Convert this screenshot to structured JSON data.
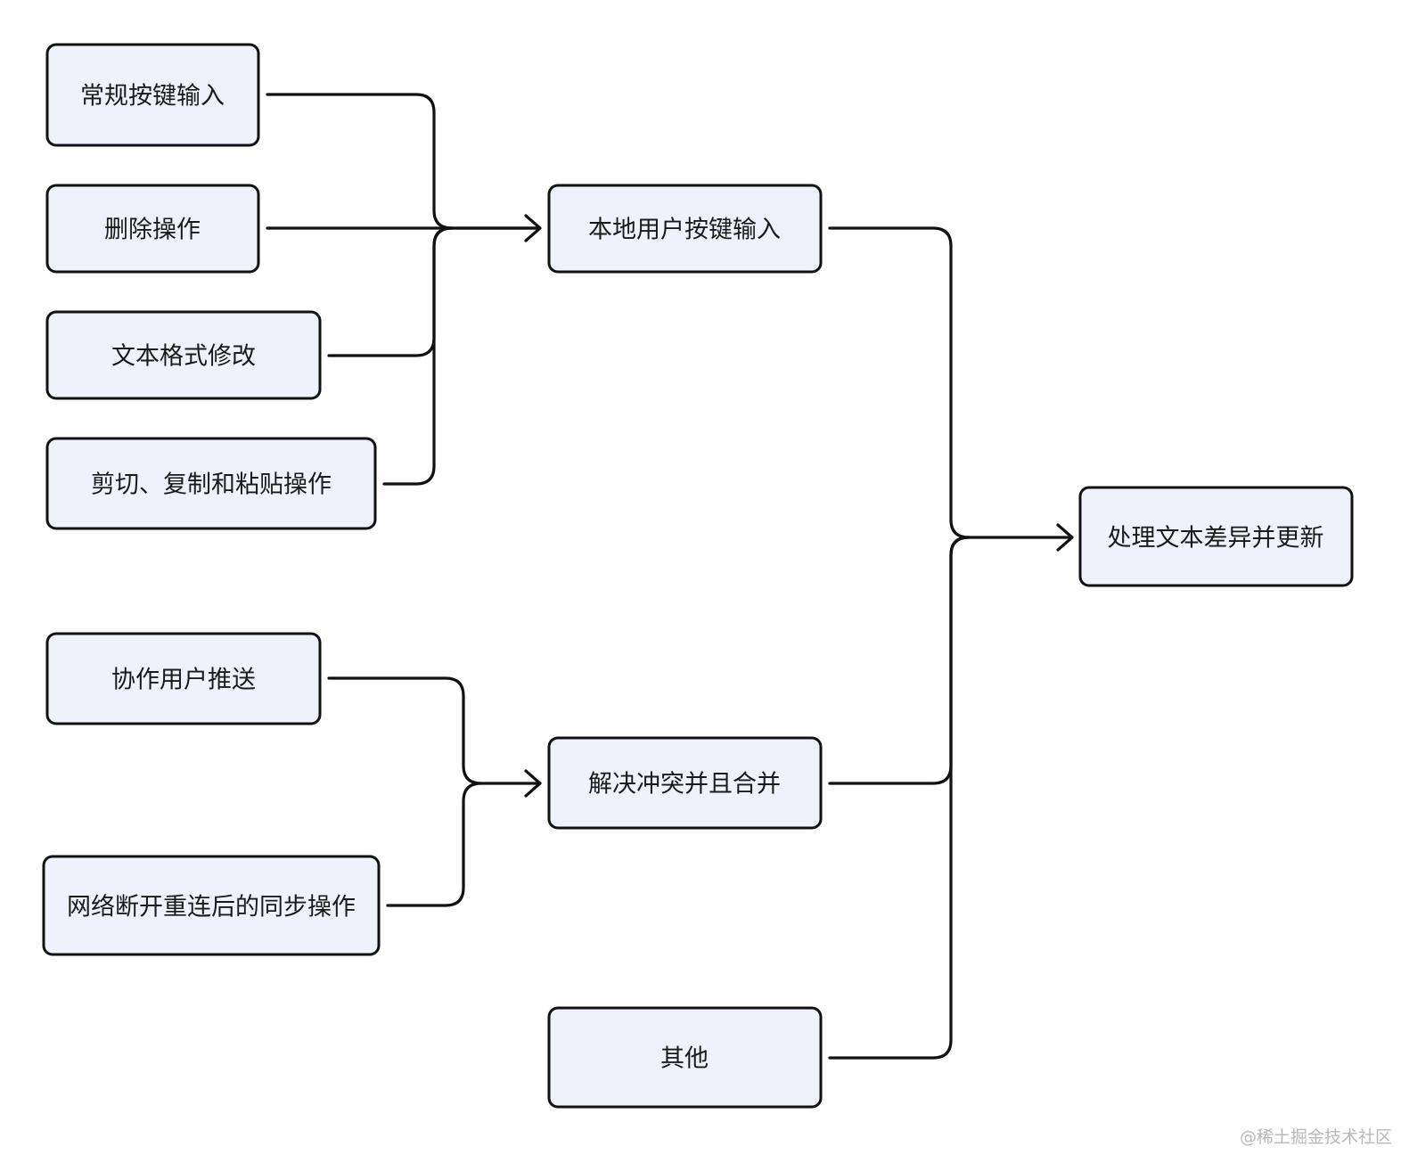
{
  "diagram": {
    "nodes": {
      "regular_key_input": "常规按键输入",
      "delete_op": "删除操作",
      "text_format_edit": "文本格式修改",
      "cut_copy_paste": "剪切、复制和粘贴操作",
      "local_user_key_input": "本地用户按键输入",
      "collab_user_push": "协作用户推送",
      "reconnect_sync": "网络断开重连后的同步操作",
      "resolve_merge": "解决冲突并且合并",
      "other": "其他",
      "process_text_diff": "处理文本差异并更新"
    },
    "edges": [
      {
        "from": "regular_key_input",
        "to": "local_user_key_input"
      },
      {
        "from": "delete_op",
        "to": "local_user_key_input"
      },
      {
        "from": "text_format_edit",
        "to": "local_user_key_input"
      },
      {
        "from": "cut_copy_paste",
        "to": "local_user_key_input"
      },
      {
        "from": "collab_user_push",
        "to": "resolve_merge"
      },
      {
        "from": "reconnect_sync",
        "to": "resolve_merge"
      },
      {
        "from": "local_user_key_input",
        "to": "process_text_diff"
      },
      {
        "from": "resolve_merge",
        "to": "process_text_diff"
      },
      {
        "from": "other",
        "to": "process_text_diff"
      }
    ]
  },
  "watermark": "@稀土掘金技术社区"
}
